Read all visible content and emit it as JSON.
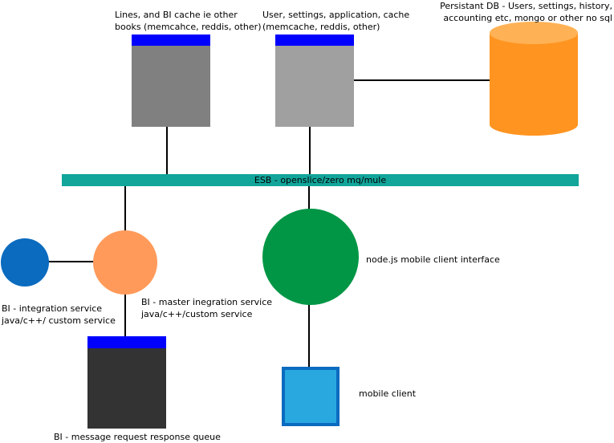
{
  "labels": {
    "lines_cache": [
      "Lines, and BI cache ie other",
      "books (memcahce, reddis, other)"
    ],
    "user_cache": [
      "User, settings, application, cache",
      "(memcache, reddis, other)"
    ],
    "persistent_db": [
      "Persistant DB - Users, settings, history,",
      "accounting etc, mongo or other no sql"
    ],
    "esb": "ESB - openslice/zero mq/mule",
    "bi_integration": [
      "BI - integration service",
      "java/c++/ custom service"
    ],
    "bi_master": [
      "BI - master inegration service",
      "java/c++/custom service"
    ],
    "nodejs": "node.js mobile client interface",
    "mobile_client": "mobile client",
    "bi_queue": "BI - message request response queue"
  },
  "colors": {
    "cap": "#0000ff",
    "lines_cache_box": "#808080",
    "user_cache_box": "#a0a0a0",
    "db": "#ff9420",
    "esb": "#12a59a",
    "bi_integration": "#0a6bbf",
    "bi_master": "#ff9a5a",
    "nodejs": "#009645",
    "mobile_client_fill": "#29a8e0",
    "mobile_client_border": "#0a6bbf",
    "queue_box": "#333333"
  }
}
